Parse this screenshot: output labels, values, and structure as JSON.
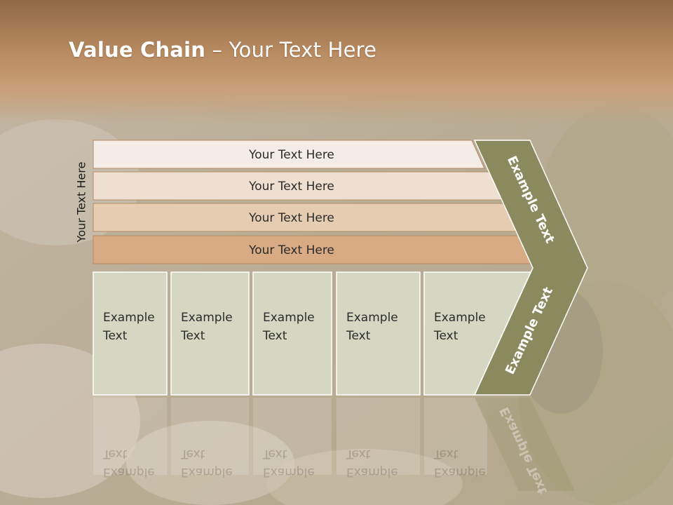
{
  "slide": {
    "title_bold": "Value Chain",
    "title_rest": " – Your Text Here",
    "side_label": "Your Text Here"
  },
  "bars": [
    {
      "label": "Your Text Here",
      "color": "#f4ece6"
    },
    {
      "label": "Your Text Here",
      "color": "#eedfd0"
    },
    {
      "label": "Your Text Here",
      "color": "#e6cdb2"
    },
    {
      "label": "Your Text Here",
      "color": "#d8ab84"
    }
  ],
  "boxes": [
    {
      "line1": "Example",
      "line2": "Text"
    },
    {
      "line1": "Example",
      "line2": "Text"
    },
    {
      "line1": "Example",
      "line2": "Text"
    },
    {
      "line1": "Example",
      "line2": "Text"
    },
    {
      "line1": "Example",
      "line2": "Text"
    }
  ],
  "chevron": {
    "upper_label": "Example Text",
    "lower_label": "Example Text",
    "color": "#8b8a5f"
  },
  "colors": {
    "header_top": "#8f6945",
    "header_bottom": "#c9a07a",
    "box_fill": "#d6d7c3"
  }
}
